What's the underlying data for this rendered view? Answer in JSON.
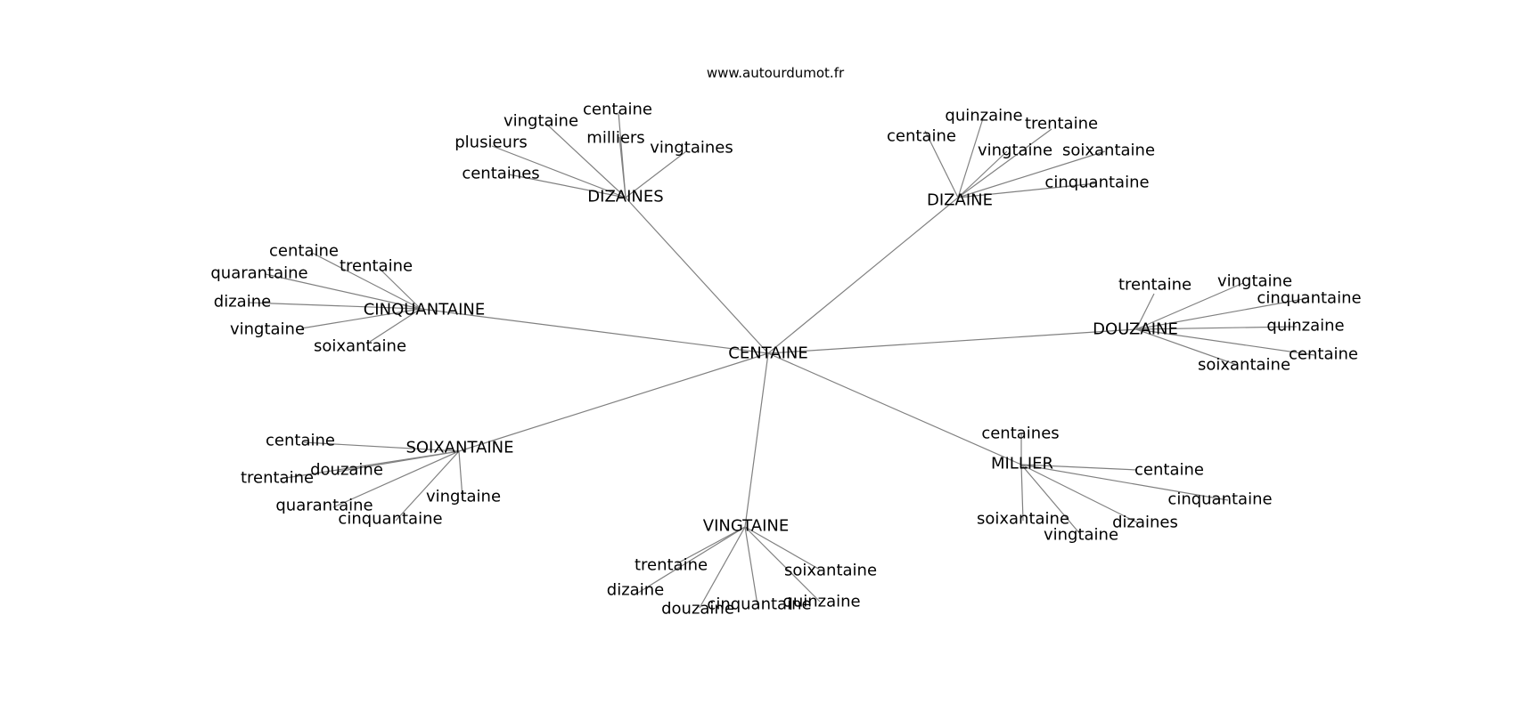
{
  "source": "www.autourdumot.fr",
  "graph": {
    "root": "CENTAINE",
    "hubs": [
      {
        "label": "DIZAINES",
        "leaves": [
          "vingtaine",
          "centaine",
          "plusieurs",
          "milliers",
          "vingtaines",
          "centaines"
        ]
      },
      {
        "label": "DIZAINE",
        "leaves": [
          "quinzaine",
          "trentaine",
          "centaine",
          "vingtaine",
          "soixantaine",
          "cinquantaine"
        ]
      },
      {
        "label": "CINQUANTAINE",
        "leaves": [
          "centaine",
          "trentaine",
          "quarantaine",
          "dizaine",
          "vingtaine",
          "soixantaine"
        ]
      },
      {
        "label": "DOUZAINE",
        "leaves": [
          "trentaine",
          "vingtaine",
          "cinquantaine",
          "quinzaine",
          "centaine",
          "soixantaine"
        ]
      },
      {
        "label": "SOIXANTAINE",
        "leaves": [
          "centaine",
          "douzaine",
          "trentaine",
          "vingtaine",
          "quarantaine",
          "cinquantaine"
        ]
      },
      {
        "label": "MILLIER",
        "leaves": [
          "centaines",
          "centaine",
          "cinquantaine",
          "soixantaine",
          "dizaines",
          "vingtaine"
        ]
      },
      {
        "label": "VINGTAINE",
        "leaves": [
          "trentaine",
          "soixantaine",
          "dizaine",
          "cinquantaine",
          "quinzaine",
          "douzaine"
        ]
      }
    ]
  }
}
